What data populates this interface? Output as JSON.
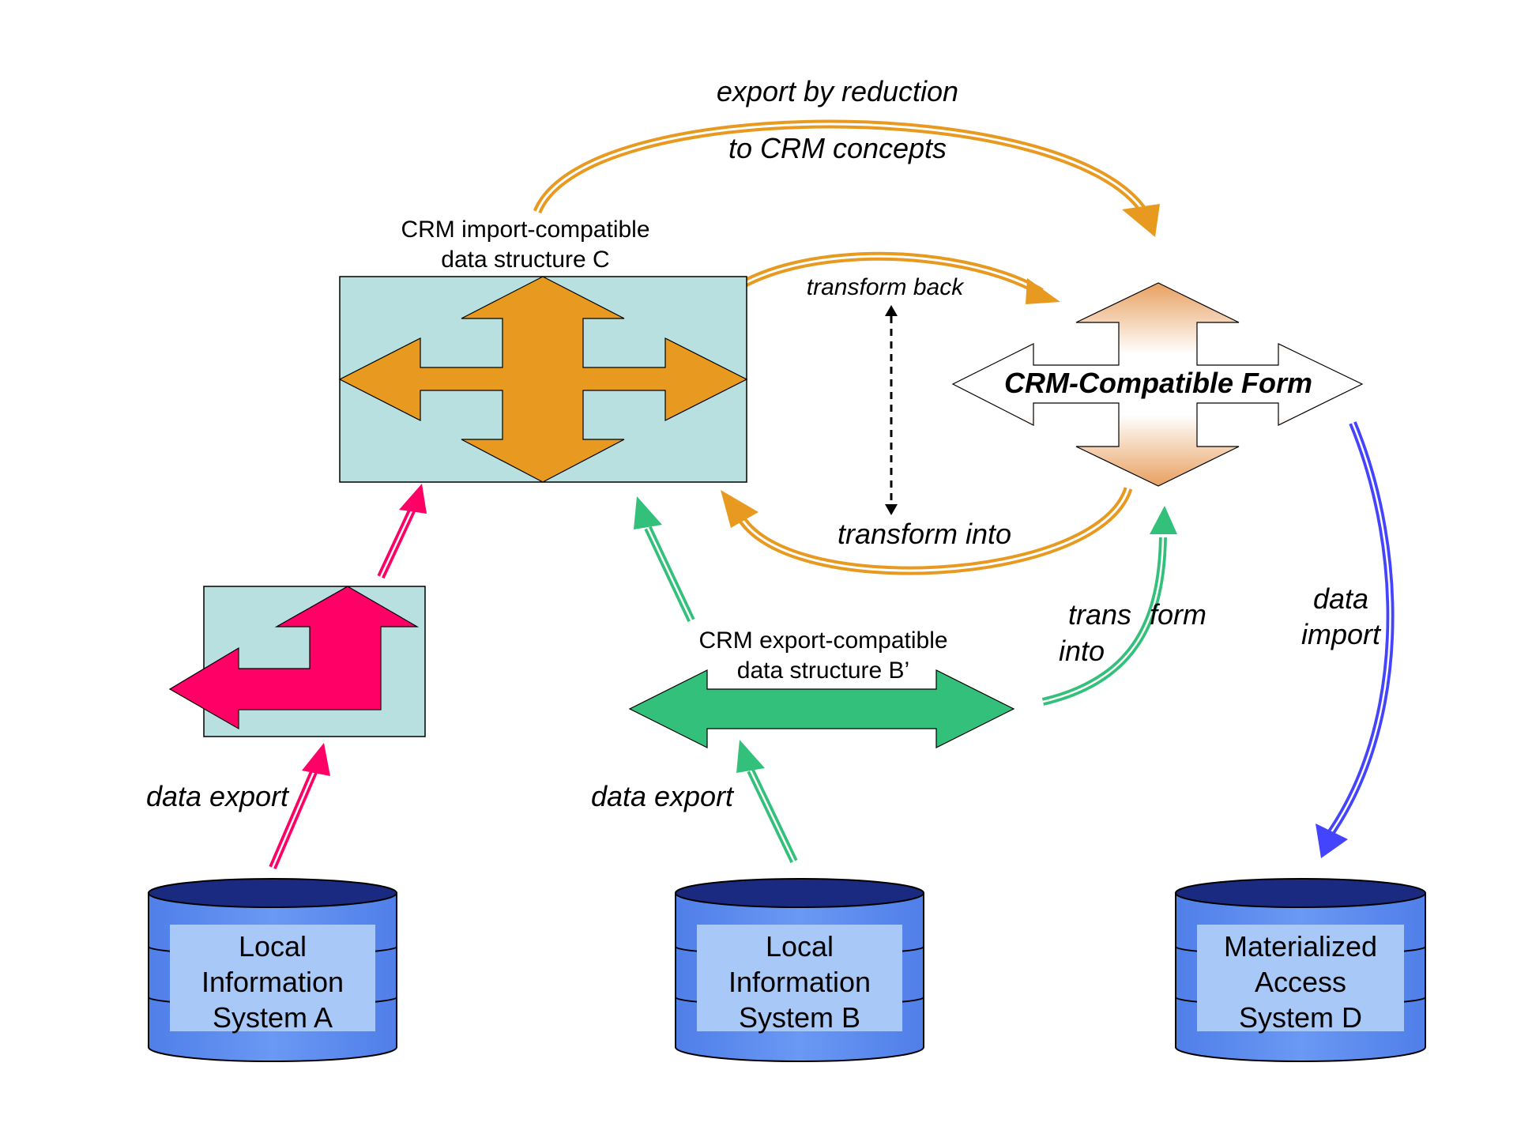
{
  "labels": {
    "export_by_reduction": "export by reduction",
    "to_crm_concepts": "to CRM concepts",
    "crm_import_line1": "CRM import-compatible",
    "crm_import_line2": "data structure C",
    "transform_back": "transform back",
    "crm_compatible_form": "CRM-Compatible Form",
    "transform_into": "transform into",
    "trans": "trans",
    "form": "form",
    "into": "into",
    "data_import_line1": "data",
    "data_import_line2": "import",
    "crm_export_line1": "CRM export-compatible",
    "crm_export_line2": "data structure B’",
    "data_export_a": "data export",
    "data_export_b": "data export"
  },
  "databases": {
    "a": {
      "line1": "Local",
      "line2": "Information",
      "line3": "System A"
    },
    "b": {
      "line1": "Local",
      "line2": "Information",
      "line3": "System B"
    },
    "d": {
      "line1": "Materialized",
      "line2": "Access",
      "line3": "System D"
    }
  },
  "colors": {
    "orange": "#E89A20",
    "pink": "#FF0066",
    "green": "#33C07A",
    "blue_arrow": "#4444FF",
    "db_fill": "#5B8CF0",
    "db_label_bg": "#A8C8F8",
    "panel_bg": "#B8E0E0"
  }
}
